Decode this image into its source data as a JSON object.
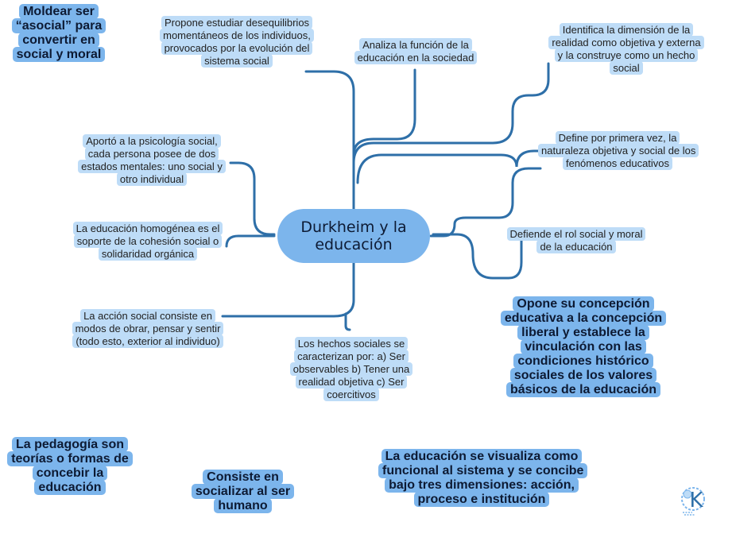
{
  "diagram": {
    "central": "Durkheim y la educación",
    "nodes": {
      "propone": "Propone estudiar desequilibrios momentáneos de los individuos, provocados por la evolución del sistema social",
      "analiza": "Analiza la función de la educación en la sociedad",
      "identifica": "Identifica la dimensión de la realidad como objetiva y externa y la construye como un hecho social",
      "aporto": "Aportó a la psicología social, cada persona posee de dos estados mentales: uno social y otro individual",
      "define": "Define por primera vez, la naturaleza objetiva y social de los fenómenos educativos",
      "homogenea": "La educación homogénea es el soporte de la cohesión social o solidaridad orgánica",
      "defiende": "Defiende el rol social y moral de la educación",
      "accion": "La acción social consiste en modos de obrar, pensar y sentir (todo esto, exterior al individuo)",
      "hechos": "Los hechos sociales se caracterizan por: a) Ser observables b) Tener una realidad objetiva c) Ser coercitivos"
    },
    "notes": {
      "moldear": "Moldear ser “asocial” para convertir en social y moral",
      "opone": "Opone su concepción educativa a la concepción liberal y establece la vinculación con las condiciones histórico sociales de los valores básicos de la educación",
      "pedagogia": "La pedagogía son teorías o formas de concebir la educación",
      "consiste": "Consiste en socializar al ser humano",
      "visualiza": "La educación se visualiza como funcional al sistema y se concibe bajo tres dimensiones: acción, proceso e institución"
    },
    "colors": {
      "line": "#2e6fa8",
      "node": "#bedcf7",
      "accent": "#7cb5ec"
    },
    "logo_icon": "k-logo-icon"
  }
}
